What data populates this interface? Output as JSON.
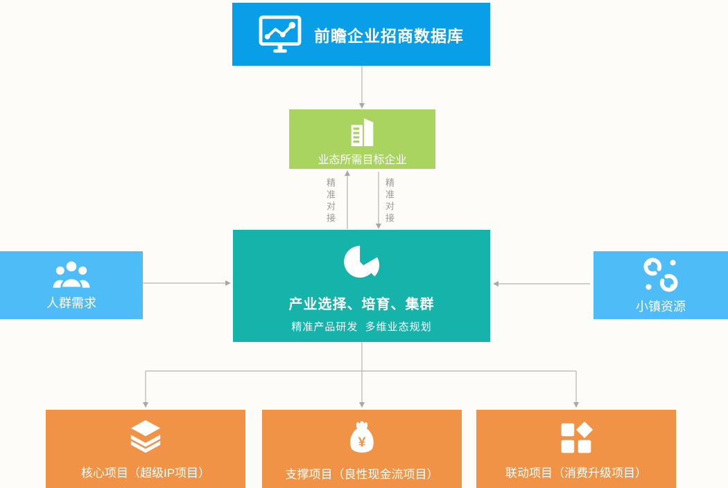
{
  "colors": {
    "blue": "#089fe8",
    "green": "#a9d45f",
    "teal": "#16b3aa",
    "lightblue": "#4dbcf7",
    "orange": "#f19347",
    "line": "#b3b3b3",
    "graytext": "#9a9a9a",
    "bg": "#fdfcf9"
  },
  "nodes": {
    "database": {
      "label": "前瞻企业招商数据库",
      "icon": "monitor-chart-icon"
    },
    "target_enterprises": {
      "label": "业态所需目标企业",
      "icon": "buildings-icon"
    },
    "industry": {
      "title": "产业选择、培育、集群",
      "subtitle": "精准产品研发  多维业态规划",
      "icon": "pie-chart-icon"
    },
    "crowd_demand": {
      "label": "人群需求",
      "icon": "people-group-icon"
    },
    "town_resources": {
      "label": "小镇资源",
      "icon": "link-knot-icon"
    },
    "core_project": {
      "label": "核心项目（超级IP项目）",
      "icon": "layers-icon"
    },
    "support_project": {
      "label": "支撑项目（良性现金流项目）",
      "icon": "money-bag-icon"
    },
    "linkage_project": {
      "label": "联动项目（消费升级项目）",
      "icon": "squares-icon"
    }
  },
  "connectors": {
    "precise_matching_left": "精准对接",
    "precise_matching_right": "精准对接"
  }
}
